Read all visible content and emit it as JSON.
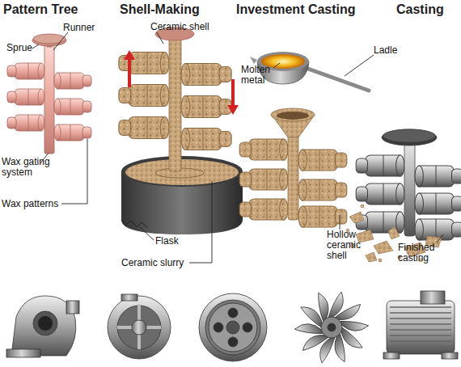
{
  "diagram": {
    "labels": [
      "Pattern Tree",
      "Shell-Making",
      "Investment Casting",
      "Casting",
      "Sprue",
      "Runner",
      "Wax gating system",
      "Wax patterns",
      "Ceramic shell",
      "Flask",
      "Ceramic slurry",
      "Ladle",
      "Molten metal",
      "Hollow ceramic shell",
      "Finished casting"
    ]
  }
}
